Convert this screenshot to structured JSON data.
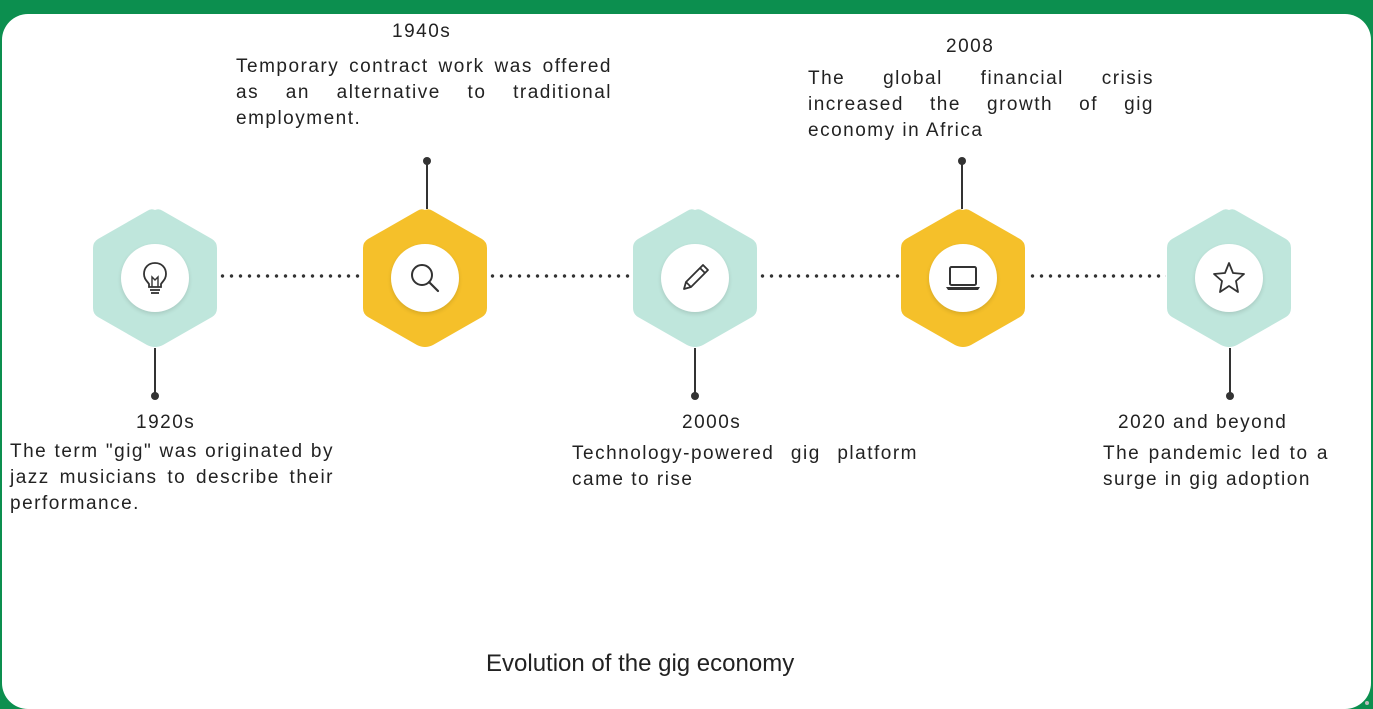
{
  "caption": "Evolution of the gig economy",
  "colors": {
    "frame": "#0c8f4f",
    "mint": "#bfe6dc",
    "yellow": "#f5c02a"
  },
  "milestones": [
    {
      "year": "1920s",
      "text": "The term \"gig\" was originated by jazz musicians to describe their performance.",
      "icon": "lightbulb-icon",
      "color": "mint"
    },
    {
      "year": "1940s",
      "text": "Temporary contract work was offered as an alternative to traditional employment.",
      "icon": "search-icon",
      "color": "yellow"
    },
    {
      "year": "2000s",
      "text": "Technology-powered gig platform came to rise",
      "icon": "pencil-icon",
      "color": "mint"
    },
    {
      "year": "2008",
      "text": "The global financial crisis increased the growth of gig economy in Africa",
      "icon": "laptop-icon",
      "color": "yellow"
    },
    {
      "year": "2020 and beyond",
      "text": "The pandemic led to a surge in gig adoption",
      "icon": "star-icon",
      "color": "mint"
    }
  ]
}
